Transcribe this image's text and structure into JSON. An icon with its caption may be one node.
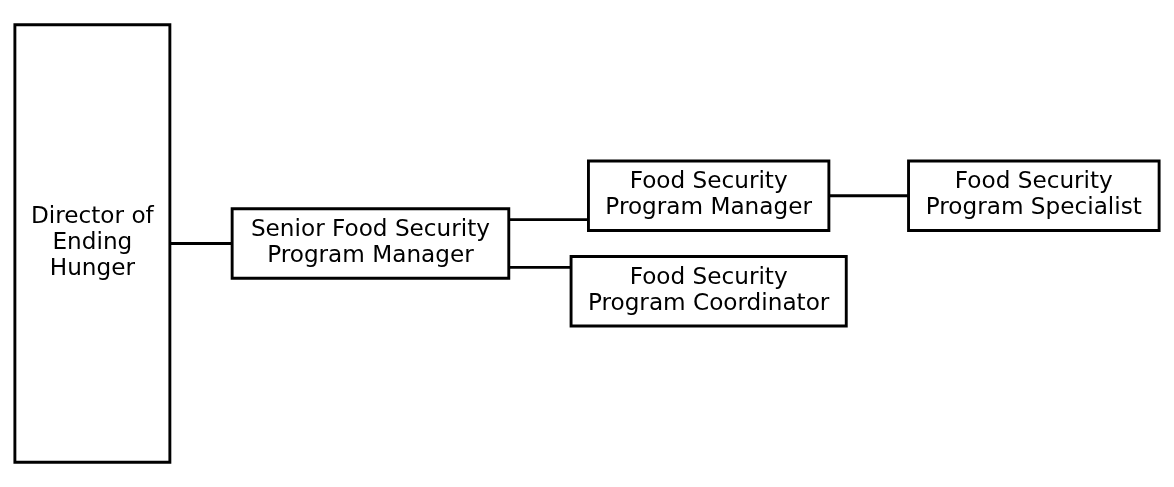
{
  "diagram": {
    "nodes": [
      {
        "text": [
          "Director of Ending Hunger"
        ]
      },
      {
        "text": [
          "Senior Food Security Program Manager"
        ]
      },
      {
        "text": [
          "Food Security Program Manager"
        ]
      },
      {
        "text": [
          "Food Security Program Coordinator"
        ]
      },
      {
        "text": [
          "Food Security Program Specialist"
        ]
      }
    ],
    "edges": [
      {
        "from": 0,
        "to": 1,
        "arrow": "none"
      },
      {
        "from": 1,
        "to": 2,
        "arrow": "none"
      },
      {
        "from": 1,
        "to": 3,
        "arrow": "none"
      },
      {
        "from": 2,
        "to": 4,
        "arrow": "none"
      }
    ]
  }
}
